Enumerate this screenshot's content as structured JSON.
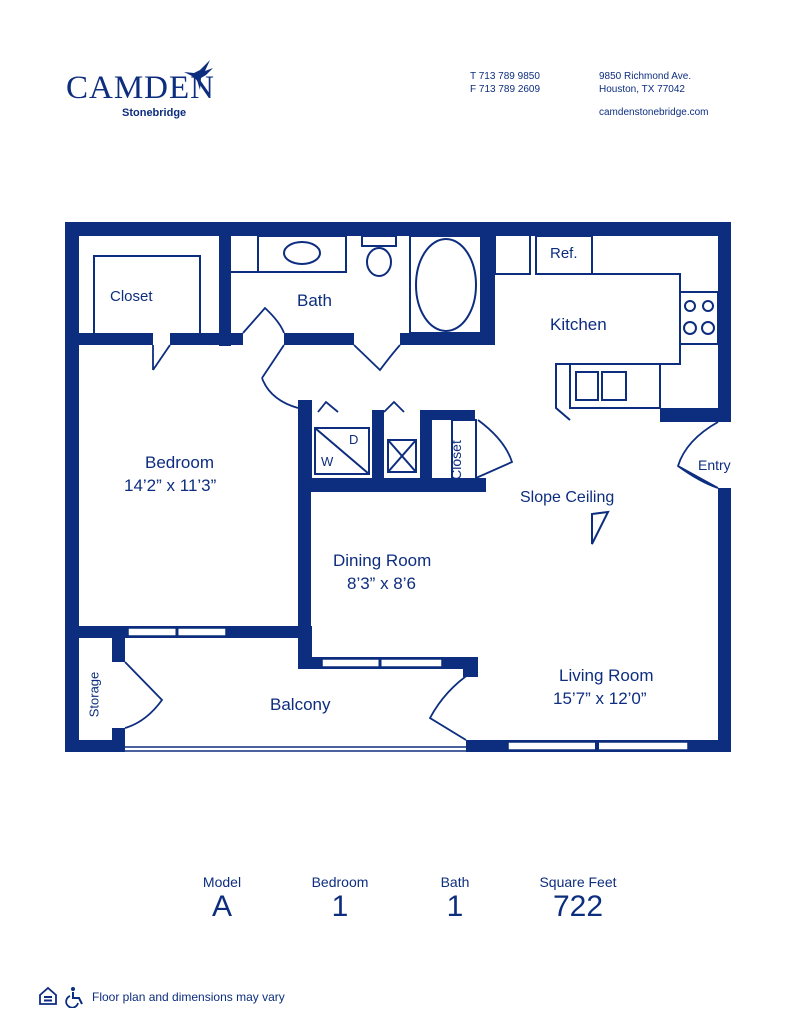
{
  "header": {
    "brand": "CAMDEN",
    "community": "Stonebridge",
    "phone": "T 713 789 9850",
    "fax": "F 713 789 2609",
    "address_line1": "9850 Richmond Ave.",
    "address_line2": "Houston, TX 77042",
    "website": "camdenstonebridge.com"
  },
  "rooms": {
    "closet_bedroom": "Closet",
    "bath": "Bath",
    "ref": "Ref.",
    "kitchen": "Kitchen",
    "bedroom": "Bedroom",
    "bedroom_dims": "14’2” x 11’3”",
    "washer": "W",
    "dryer": "D",
    "closet_hall": "Closet",
    "entry": "Entry",
    "slope_ceiling": "Slope Ceiling",
    "dining": "Dining Room",
    "dining_dims": "8’3” x 8’6",
    "storage": "Storage",
    "balcony": "Balcony",
    "living": "Living Room",
    "living_dims": "15’7” x 12’0”"
  },
  "stats": [
    {
      "label": "Model",
      "value": "A"
    },
    {
      "label": "Bedroom",
      "value": "1"
    },
    {
      "label": "Bath",
      "value": "1"
    },
    {
      "label": "Square Feet",
      "value": "722"
    }
  ],
  "footer": {
    "disclaimer": "Floor plan and dimensions may vary",
    "icons": [
      "equal-housing-icon",
      "wheelchair-icon"
    ]
  },
  "colors": {
    "brand_blue": "#0d2d7f"
  }
}
